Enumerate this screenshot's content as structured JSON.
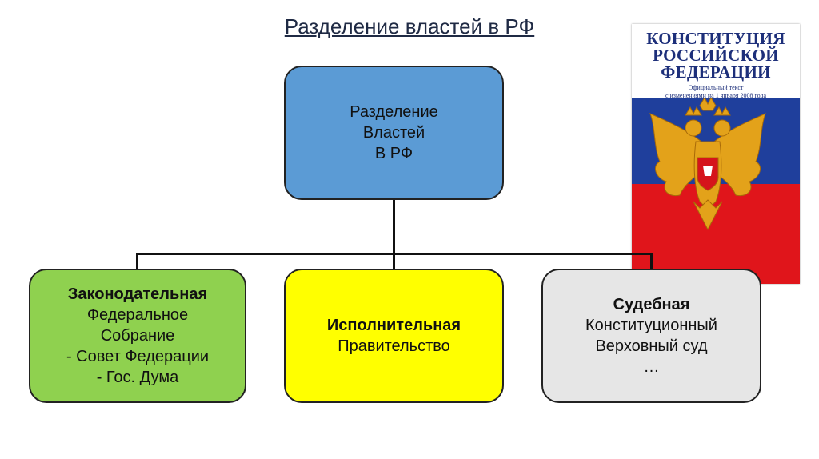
{
  "title": "Разделение властей в РФ",
  "root": {
    "line1": "Разделение",
    "line2": "Властей",
    "line3": "В РФ",
    "color": "#5b9bd5"
  },
  "branches": {
    "legislative": {
      "heading": "Законодательная",
      "line1": "Федеральное",
      "line2": "Собрание",
      "line3": "- Совет Федерации",
      "line4": "- Гос. Дума",
      "color": "#8fd14f"
    },
    "executive": {
      "heading": "Исполнительная",
      "line1": "Правительство",
      "color": "#ffff00"
    },
    "judicial": {
      "heading": "Судебная",
      "line1": "Конституционный",
      "line2": "Верховный суд",
      "line3": "…",
      "color": "#e6e6e6"
    }
  },
  "book": {
    "title_line1": "КОНСТИТУЦИЯ",
    "title_line2": "РОССИЙСКОЙ",
    "title_line3": "ФЕДЕРАЦИИ",
    "subtitle_line1": "Официальный текст",
    "subtitle_line2": "с изменениями на 1 января 2008 года",
    "emblem": "double-headed-eagle-emblem",
    "colors": {
      "white": "#ffffff",
      "blue": "#1f3f9c",
      "red": "#e0151b",
      "gold": "#e3a21a"
    }
  }
}
